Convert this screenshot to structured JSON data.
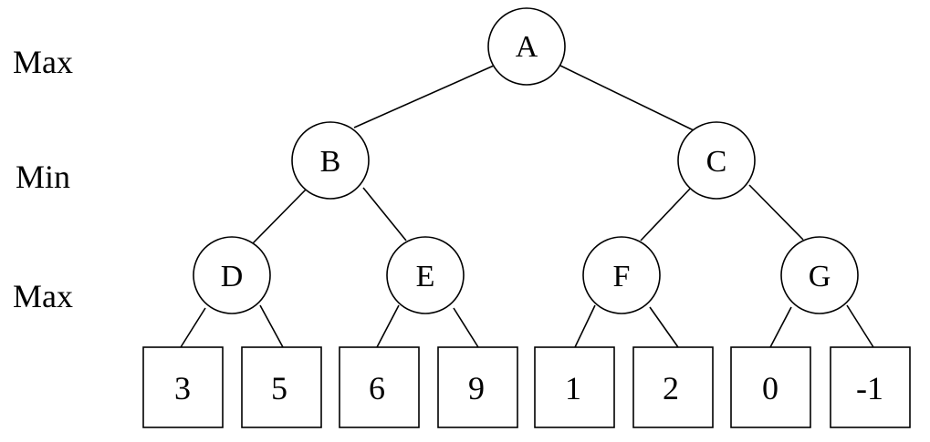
{
  "levels": {
    "level0": "Max",
    "level1": "Min",
    "level2": "Max"
  },
  "nodes": {
    "A": "A",
    "B": "B",
    "C": "C",
    "D": "D",
    "E": "E",
    "F": "F",
    "G": "G"
  },
  "leaves": [
    "3",
    "5",
    "6",
    "9",
    "1",
    "2",
    "0",
    "-1"
  ]
}
